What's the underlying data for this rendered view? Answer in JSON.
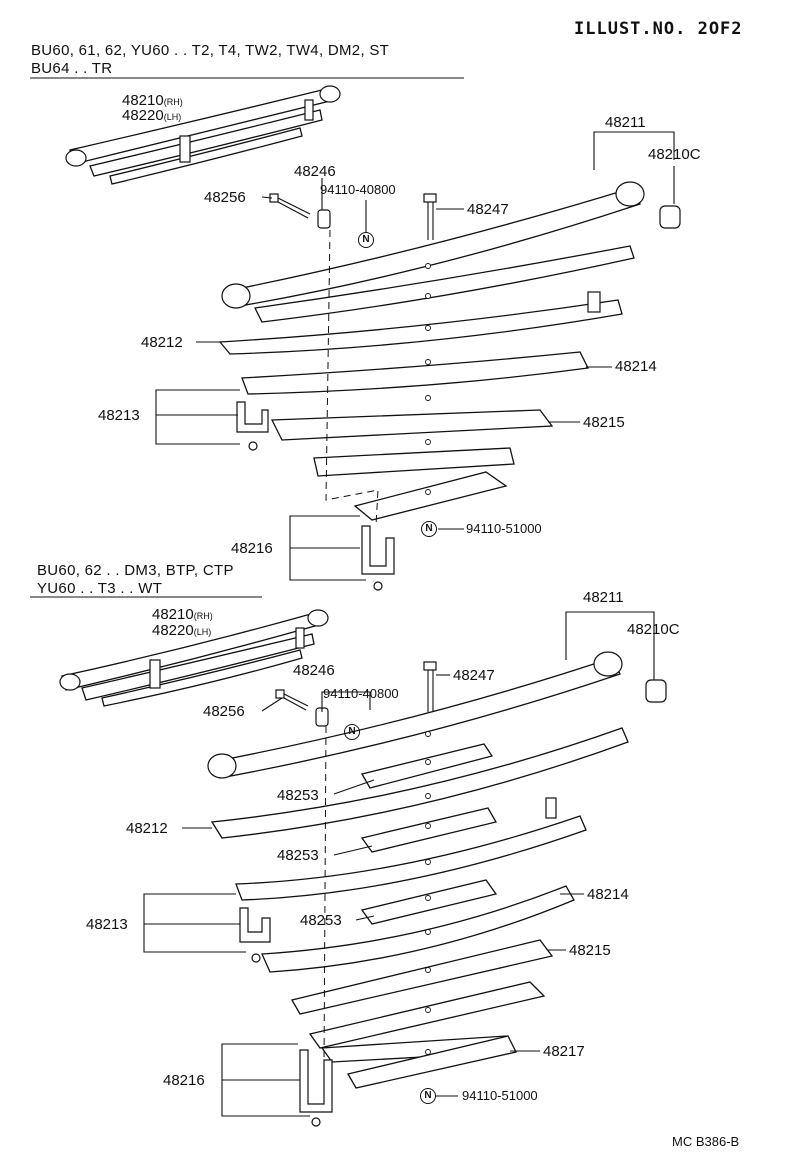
{
  "illustration_no": "ILLUST.NO. 2OF2",
  "reference_code": "MC B386-B",
  "nut_symbol": "N",
  "section1": {
    "models_line1": "BU60, 61, 62, YU60 . . T2, T4, TW2, TW4, DM2, ST",
    "models_line2": "BU64 . . TR",
    "labels": {
      "spring_rh": "48210",
      "rh": "(RH)",
      "spring_lh": "48220",
      "lh": "(LH)",
      "leaf_no1": "48211",
      "bushing": "48210C",
      "pin_a": "48246",
      "nut_a": "94110-40800",
      "bolt_a": "48256",
      "bolt_b": "48247",
      "leaf_2": "48212",
      "leaf_4": "48214",
      "clip_a": "48213",
      "leaf_5": "48215",
      "clip_b": "48216",
      "nut_b": "94110-51000"
    }
  },
  "section2": {
    "models_line1": "BU60, 62 . . DM3, BTP, CTP",
    "models_line2": "YU60 . . T3 . . WT",
    "labels": {
      "spring_rh": "48210",
      "rh": "(RH)",
      "spring_lh": "48220",
      "lh": "(LH)",
      "leaf_no1": "48211",
      "bushing": "48210C",
      "pin_a": "48246",
      "nut_a": "94110-40800",
      "bolt_a": "48256",
      "bolt_b": "48247",
      "liner_1": "48253",
      "leaf_2": "48212",
      "liner_2": "48253",
      "leaf_4": "48214",
      "clip_a": "48213",
      "liner_3": "48253",
      "leaf_5": "48215",
      "leaf_7": "48217",
      "clip_b": "48216",
      "nut_b": "94110-51000"
    }
  }
}
